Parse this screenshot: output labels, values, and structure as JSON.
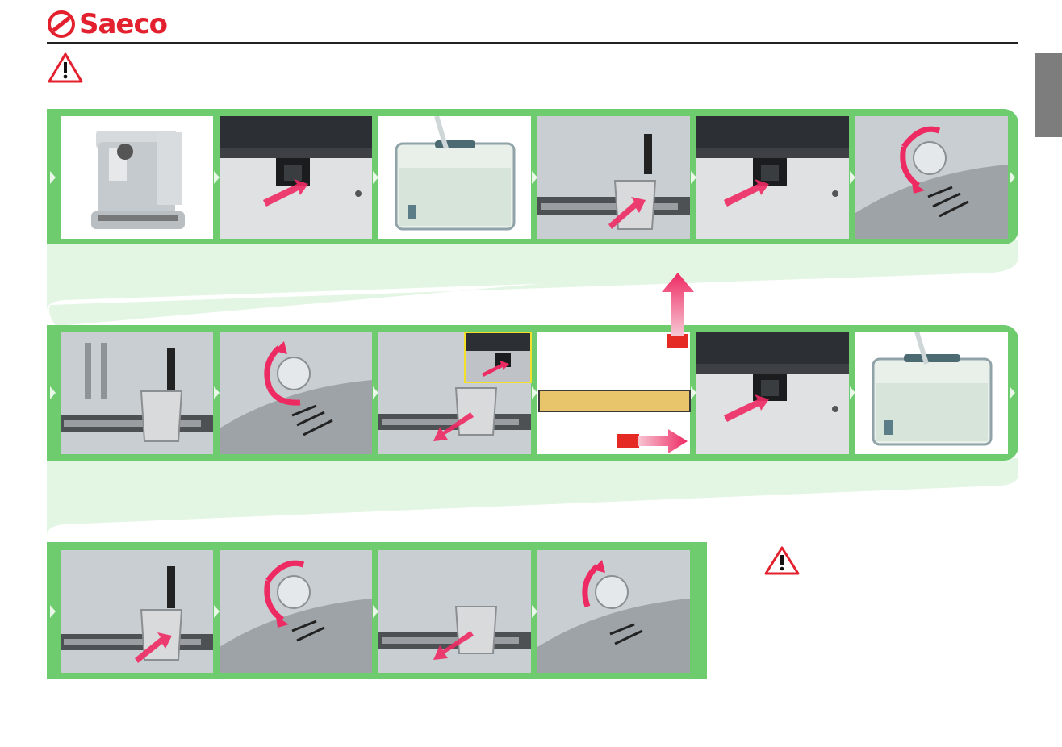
{
  "header": {
    "brand": "Saeco",
    "brand_color": "#e3202e",
    "warning_icon": "warning-triangle-icon"
  },
  "colors": {
    "band_green": "#6ecb6e",
    "connector_green": "#e3f5e3",
    "arrow_pink": "#ee2a63",
    "inset_border": "#f3e02b",
    "bar_fill": "#e8c56a",
    "red_marker": "#e42a22"
  },
  "rows": [
    {
      "steps": [
        "machine-overview",
        "push-button",
        "water-tank-fill",
        "place-cup",
        "push-button",
        "turn-knob-open"
      ]
    },
    {
      "steps": [
        "cup-under-wand",
        "turn-knob-close",
        "remove-cup",
        "text-area",
        "push-button",
        "water-tank-fill"
      ]
    },
    {
      "steps": [
        "place-cup",
        "turn-knob-open",
        "remove-cup",
        "turn-knob-close"
      ]
    }
  ],
  "note": {
    "warning_icon": "warning-triangle-icon"
  }
}
